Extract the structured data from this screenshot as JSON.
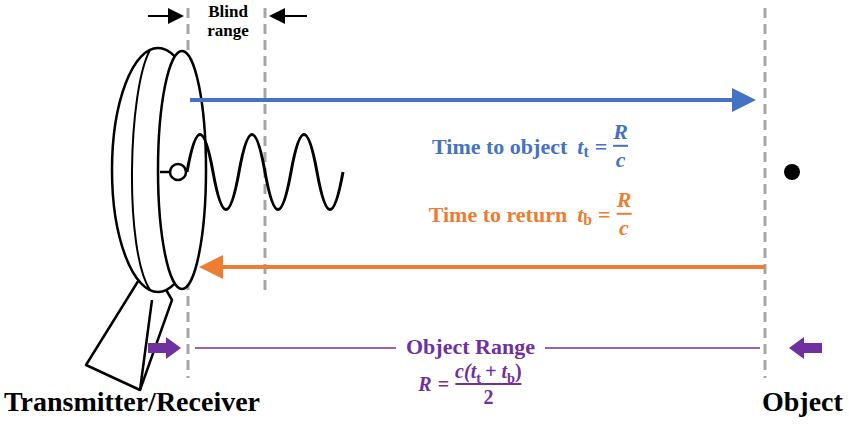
{
  "diagram": {
    "labels": [
      "Blind range",
      "Time to object",
      "t",
      "t",
      "=",
      "R",
      "c",
      "Time to return",
      "t",
      "b",
      "=",
      "R",
      "c",
      "Object Range",
      "R",
      "=",
      "c(t",
      "t",
      "+ t",
      "b",
      ")",
      "2",
      "Transmitter/Receiver",
      "Object"
    ]
  }
}
